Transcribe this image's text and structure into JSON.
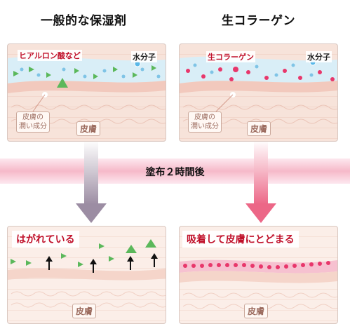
{
  "left": {
    "title": "一般的な保湿剤",
    "top_panel": {
      "ingredient_label": "ヒアルロン酸など",
      "water_label": "水分子",
      "moisture_label_line1": "皮膚の",
      "moisture_label_line2": "潤い成分",
      "skin_label": "皮膚"
    },
    "bottom_panel": {
      "status": "はがれている",
      "skin_label": "皮膚"
    }
  },
  "right": {
    "title": "生コラーゲン",
    "top_panel": {
      "ingredient_label": "生コラーゲン",
      "water_label": "水分子",
      "moisture_label_line1": "皮膚の",
      "moisture_label_line2": "潤い成分",
      "skin_label": "皮膚"
    },
    "bottom_panel": {
      "status": "吸着して皮膚にとどまる",
      "skin_label": "皮膚"
    }
  },
  "middle": {
    "caption": "塗布２時間後"
  },
  "colors": {
    "status_red": "#c0102a",
    "ingredient_green": "#5bb85b",
    "collagen_pink": "#e8376b",
    "water_blue": "#5ab8e8",
    "arrow_left": "#a89aae",
    "arrow_right": "#ee6f8e"
  }
}
